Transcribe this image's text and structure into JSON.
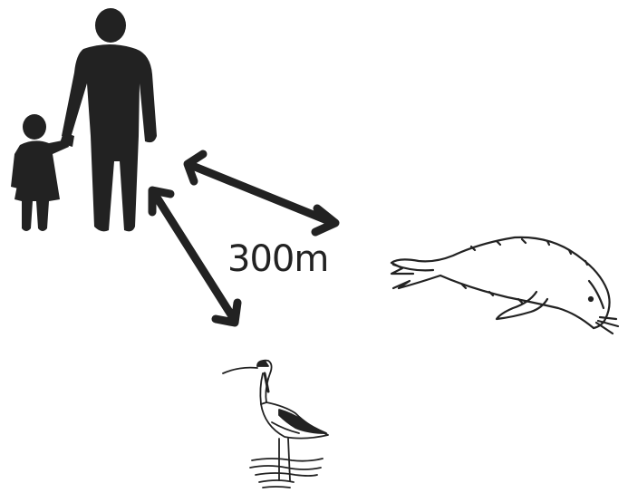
{
  "distance": {
    "label": "300m"
  },
  "figures": {
    "adult": "adult-silhouette",
    "child": "child-silhouette",
    "seal": "seal-line-drawing",
    "bird": "avocet-line-drawing"
  },
  "colors": {
    "ink": "#222222",
    "background": "#ffffff"
  }
}
